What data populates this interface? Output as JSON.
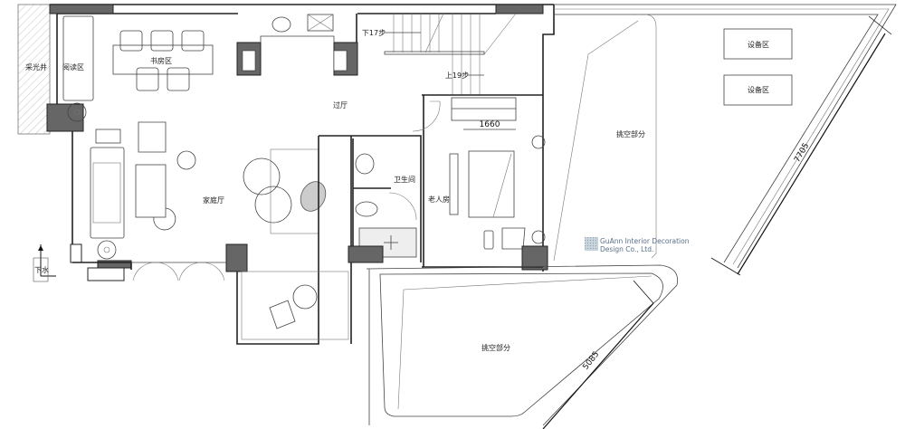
{
  "rooms": {
    "light_well": "采光井",
    "reading_area": "阅读区",
    "study_area": "书房区",
    "hall": "过厅",
    "family_room": "家庭厅",
    "bathroom": "卫生间",
    "elderly_room": "老人房",
    "void_upper": "挑空部分",
    "void_lower": "挑空部分",
    "equipment_1": "设备区",
    "equipment_2": "设备区",
    "drain": "下水"
  },
  "stairs": {
    "down": "下17步",
    "up": "上19步"
  },
  "dimensions": {
    "wardrobe": "1660",
    "terrace_long": "7705",
    "terrace_short": "5085"
  },
  "logo": {
    "line1": "GuAnn Interior Decoration",
    "line2": "Design Co., Ltd."
  }
}
